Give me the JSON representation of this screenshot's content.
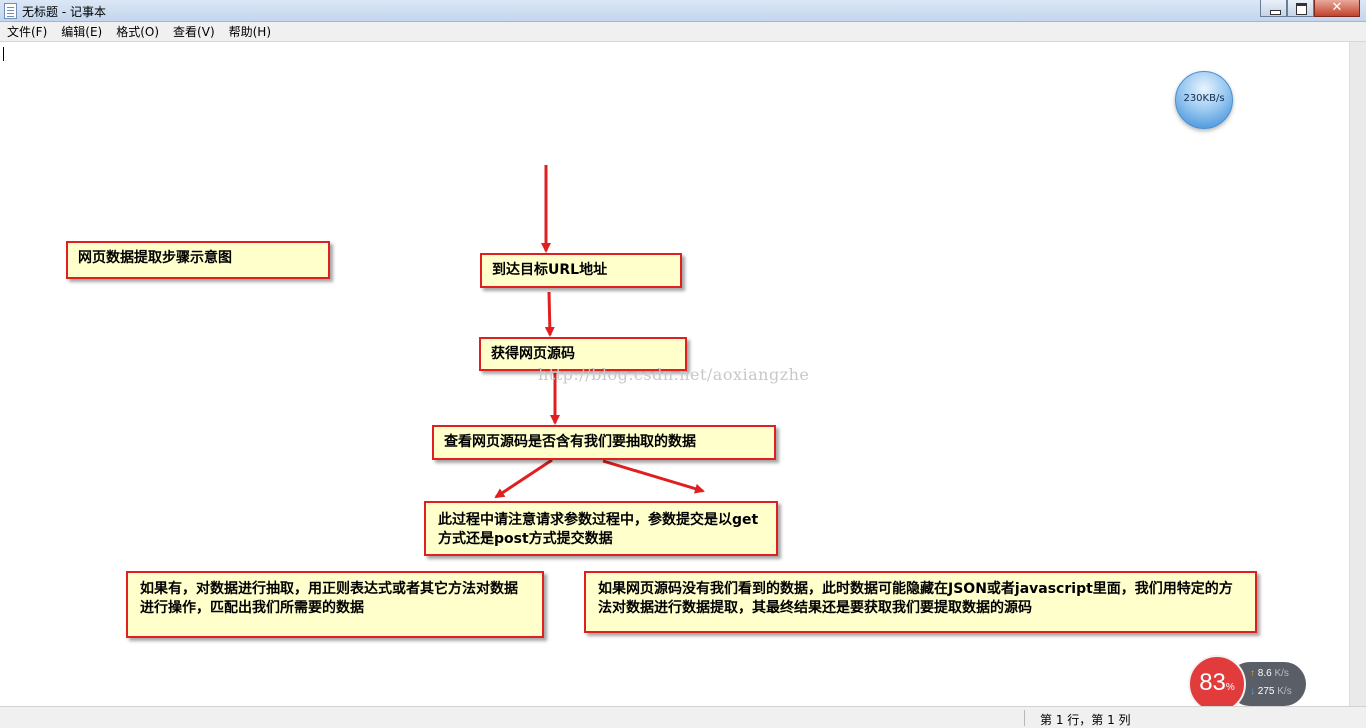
{
  "window": {
    "title": "无标题 - 记事本",
    "close_glyph": "✕"
  },
  "menu": [
    {
      "label": "文件(F)"
    },
    {
      "label": "编辑(E)"
    },
    {
      "label": "格式(O)"
    },
    {
      "label": "查看(V)"
    },
    {
      "label": "帮助(H)"
    }
  ],
  "diagram": {
    "title": "网页数据提取步骤示意图",
    "step1": "到达目标URL地址",
    "step2": "获得网页源码",
    "step3": "查看网页源码是否含有我们要抽取的数据",
    "step4": "此过程中请注意请求参数过程中，参数提交是以get方式还是post方式提交数据",
    "branch_yes": "如果有，对数据进行抽取，用正则表达式或者其它方法对数据进行操作，匹配出我们所需要的数据",
    "branch_no": "如果网页源码没有我们看到的数据，此时数据可能隐藏在JSON或者javascript里面，我们用特定的方法对数据进行数据提取，其最终结果还是要获取我们要提取数据的源码",
    "watermark": "http://blog.csdn.net/aoxiangzhe"
  },
  "speed_ball": {
    "text": "230KB/s"
  },
  "net_widget": {
    "percent": "83",
    "percent_sign": "%",
    "up_arrow": "↑",
    "up_value": "8.6",
    "up_unit": "K/s",
    "down_arrow": "↓",
    "down_value": "275",
    "down_unit": "K/s"
  },
  "status": {
    "position": "第 1 行，第 1 列"
  },
  "colors": {
    "box_fill": "#ffffcc",
    "box_border": "#e02020",
    "arrow": "#e02020"
  }
}
